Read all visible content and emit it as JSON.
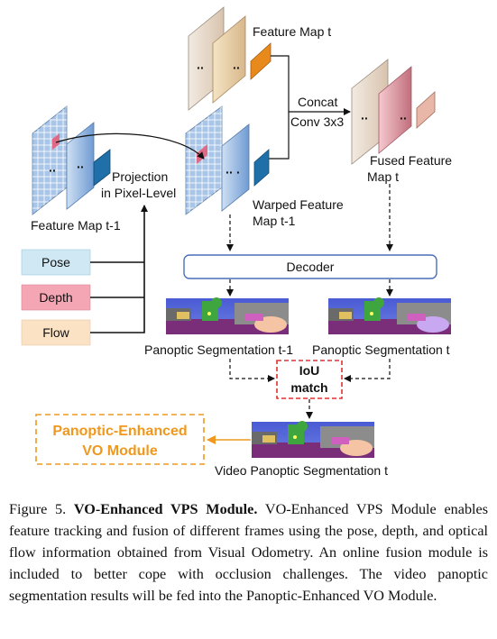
{
  "diagram": {
    "feature_map_t": "Feature Map t",
    "concat": "Concat",
    "conv": "Conv 3x3",
    "fused_line1": "Fused Feature",
    "fused_line2": "Map t",
    "projection_line1": "Projection",
    "projection_line2": "in Pixel-Level",
    "warped_line1": "Warped Feature",
    "warped_line2": "Map t-1",
    "feature_map_t1": "Feature Map t-1",
    "decoder": "Decoder",
    "pose": "Pose",
    "depth": "Depth",
    "flow": "Flow",
    "seg_t1": "Panoptic Segmentation t-1",
    "seg_t": "Panoptic Segmentation t",
    "iou_line1": "IoU",
    "iou_line2": "match",
    "vo_line1": "Panoptic-Enhanced",
    "vo_line2": "VO Module",
    "video_seg": "Video Panoptic Segmentation t",
    "colors": {
      "pose": "#cfe8f4",
      "depth": "#f4a6b4",
      "flow": "#fbe2c4",
      "orange_accent": "#f0981e",
      "red_dashed": "#e03030",
      "blue_block": "#8fb4e0",
      "decoder_border": "#4a6fb5"
    }
  },
  "caption": {
    "label": "Figure 5.",
    "title": "VO-Enhanced VPS Module.",
    "body": "VO-Enhanced VPS Module enables feature tracking and fusion of different frames using the pose, depth, and optical flow information obtained from Visual Odometry. An online fusion module is included to better cope with occlusion challenges. The video panoptic segmentation results will be fed into the Panoptic-Enhanced VO Module."
  }
}
